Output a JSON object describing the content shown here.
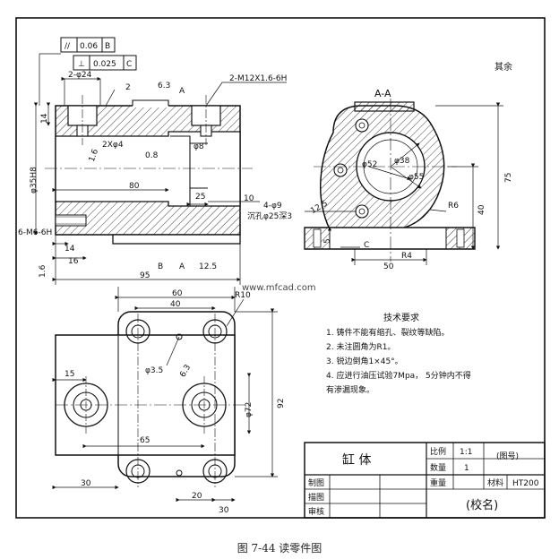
{
  "figure": {
    "caption": "图 7-44 读零件图",
    "watermark_site": "www.mfcad.com",
    "roughness_note": "其余",
    "section_label": "A-A",
    "tolerances": [
      {
        "symbol": "//",
        "value": "0.06",
        "datum": "B"
      },
      {
        "symbol": "⊥",
        "value": "0.025",
        "datum": "C"
      }
    ],
    "front_view": {
      "d_2phi24": "2-φ24",
      "d_2": "2",
      "rough_63": "6.3",
      "sec_a": "A",
      "thread_m12": "2-M12X1.6-6H",
      "d_14_top": "14",
      "d_phi35": "φ35H8",
      "d_2xphi4": "2Xφ4",
      "rough_16": "1.6",
      "rough_08": "0.8",
      "d_phi8": "φ8",
      "d_80": "80",
      "d_25": "25",
      "d_10": "10",
      "thread_m6": "6-M6-6H",
      "d_14_bot": "14",
      "d_16": "16",
      "d_95": "95",
      "datum_b": "B",
      "sec_a_bot": "A",
      "rough_125": "12.5",
      "rough_16_left": "1.6"
    },
    "section_view": {
      "d_phi52": "φ52",
      "d_phi38": "φ38",
      "d_phi55": "φ55",
      "d_holes": "4-φ9",
      "d_cbore": "沉孔φ25深3",
      "d_125": "12.5",
      "d_r6": "R6",
      "d_75": "75",
      "d_40": "40",
      "d_5": "5",
      "datum_c": "C",
      "d_50": "50",
      "d_r4": "R4"
    },
    "top_view": {
      "d_60": "60",
      "d_40": "40",
      "d_r10": "R10",
      "d_phi35": "φ3.5",
      "rough_63": "6.3",
      "d_15": "15",
      "d_phi72": "φ72",
      "d_92": "92",
      "d_65": "65",
      "d_30": "30",
      "d_20": "20",
      "d_30b": "30"
    },
    "tech_req": {
      "title": "技术要求",
      "items": [
        "1. 铸件不能有缩孔、裂纹等缺陷。",
        "2. 未注圆角为R1。",
        "3. 锐边倒角1×45°。",
        "4. 应进行油压试验7Mpa， 5分钟内不得",
        "有渗漏现象。"
      ]
    },
    "title_block": {
      "part_name": "缸 体",
      "scale_label": "比例",
      "scale_value": "1:1",
      "qty_label": "数量",
      "qty_value": "1",
      "drawing_no": "(图号)",
      "weight_label": "重量",
      "material_label": "材料",
      "material_value": "HT200",
      "drawn_label": "制图",
      "checked_label": "描图",
      "approved_label": "审核",
      "school": "(校名)"
    }
  }
}
